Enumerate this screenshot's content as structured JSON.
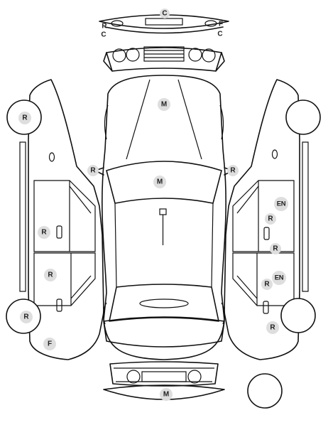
{
  "diagram": {
    "type": "vehicle-damage-inspection",
    "views": [
      "top",
      "front",
      "rear",
      "left-side",
      "right-side"
    ],
    "legend_note_circle": "blank-circle",
    "markers": {
      "front_bumper_center": "C",
      "front_bumper_left_top": "R",
      "front_bumper_left_bottom": "C",
      "front_bumper_right_top": "F",
      "front_bumper_right_bottom": "C",
      "hood": "M",
      "left_mirror": "R",
      "right_mirror": "R",
      "roof": "M",
      "left_front_wheel": "R",
      "left_rear_wheel": "R",
      "left_front_door": "R",
      "left_rear_door": "R",
      "left_rear_quarter": "F",
      "right_front_door_top": "EN",
      "right_front_door": "R",
      "right_b_pillar": "R",
      "right_rear_door_top": "EN",
      "right_rear_door": "R",
      "right_rear_quarter": "R",
      "rear_bumper": "M"
    }
  }
}
